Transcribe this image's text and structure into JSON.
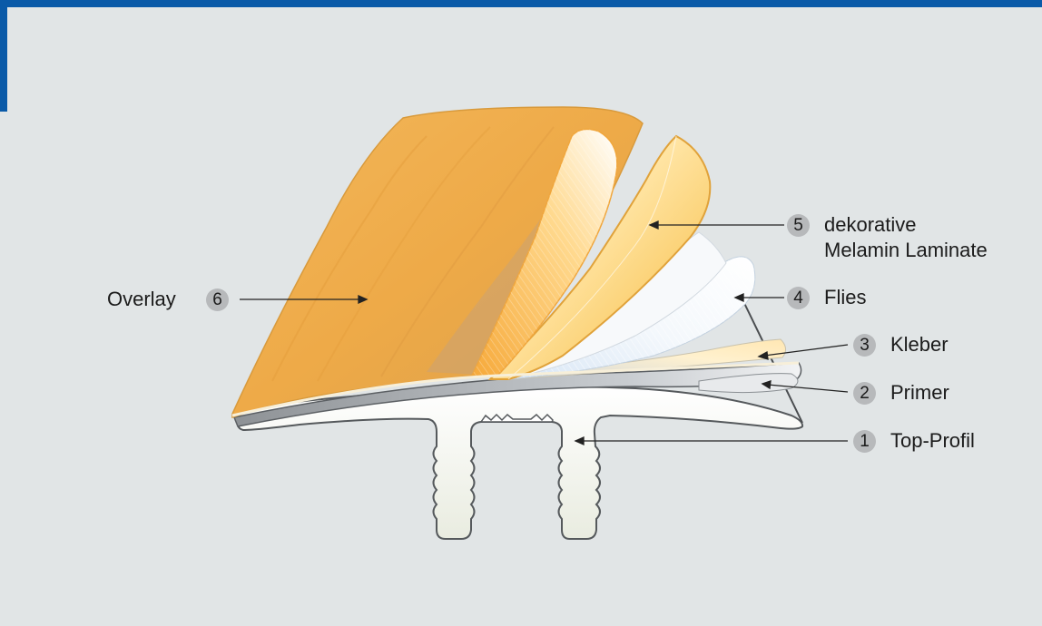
{
  "colors": {
    "frame": "#0a5aa8",
    "background": "#e1e5e6",
    "overlay_wood": "#f0b150",
    "melamine": "#f6c24f",
    "badge": "#b7b9bb"
  },
  "callouts": [
    {
      "number": "1",
      "label": "Top-Profil"
    },
    {
      "number": "2",
      "label": "Primer"
    },
    {
      "number": "3",
      "label": "Kleber"
    },
    {
      "number": "4",
      "label": "Flies"
    },
    {
      "number": "5",
      "label_line1": "dekorative",
      "label_line2": "Melamin Laminate"
    },
    {
      "number": "6",
      "label": "Overlay"
    }
  ]
}
